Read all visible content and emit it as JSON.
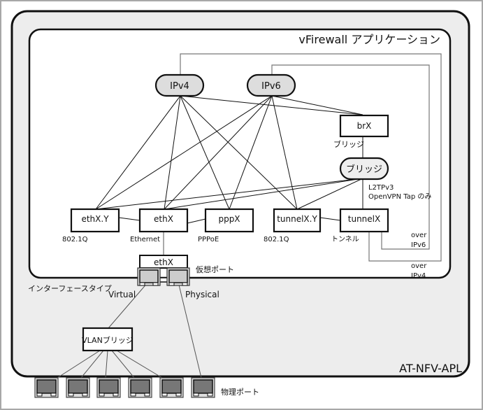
{
  "diagram": {
    "device_label": "AT-NFV-APL",
    "app_label": "vFirewall アプリケーション",
    "protocols": {
      "ipv4": "IPv4",
      "ipv6": "IPv6"
    },
    "bridge_if": {
      "label": "brX",
      "caption": "ブリッジ"
    },
    "bridge": {
      "label": "ブリッジ",
      "note_line1": "L2TPv3",
      "note_line2": "OpenVPN Tap のみ"
    },
    "interfaces": [
      {
        "id": "ethxy",
        "label": "ethX.Y",
        "caption": "802.1Q"
      },
      {
        "id": "ethx",
        "label": "ethX",
        "caption": "Ethernet"
      },
      {
        "id": "pppx",
        "label": "pppX",
        "caption": "PPPoE"
      },
      {
        "id": "tunnelxy",
        "label": "tunnelX.Y",
        "caption": "802.1Q"
      },
      {
        "id": "tunnelx",
        "label": "tunnelX",
        "caption": "トンネル"
      }
    ],
    "over_ipv6": {
      "line1": "over",
      "line2": "IPv6"
    },
    "over_ipv4": {
      "line1": "over",
      "line2": "IPv4"
    },
    "virtual_port": {
      "label": "ethX",
      "caption": "仮想ポート"
    },
    "interface_type_label": "インターフェースタイプ",
    "virtual_label": "Virtual",
    "physical_label": "Physical",
    "vlan_bridge": "VLANブリッジ",
    "physical_ports_label": "物理ポート"
  }
}
